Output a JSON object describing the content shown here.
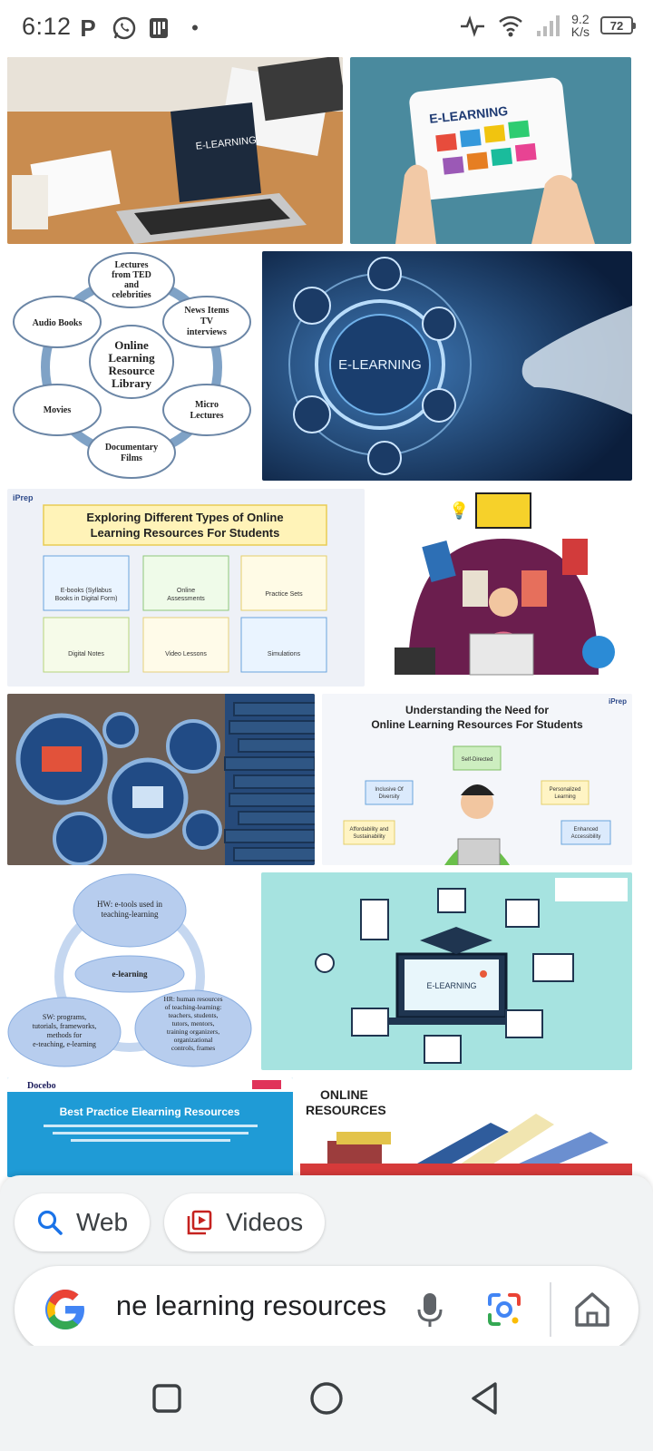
{
  "status_bar": {
    "time": "6:12",
    "network_speed_value": "9.2",
    "network_speed_unit": "K/s",
    "battery": "72"
  },
  "image_results": [
    {
      "name": "e-learning laptop on desk",
      "caption": "E-LEARNING"
    },
    {
      "name": "e-learning tablet in hands",
      "caption": "E-LEARNING"
    },
    {
      "name": "online learning resource library diagram",
      "center": "Online Learning Resource Library",
      "nodes": [
        "Lectures from TED and celebrities",
        "News Items TV interviews",
        "Micro Lectures",
        "Documentary Films",
        "Movies",
        "Audio Books"
      ]
    },
    {
      "name": "e-learning futuristic hand",
      "caption": "E-LEARNING"
    },
    {
      "name": "exploring types of online learning resources",
      "brand": "iPrep",
      "title_line1": "Exploring Different Types of Online",
      "title_line2": "Learning Resources For Students",
      "boxes": [
        "E-books (Syllabus Books in Digital Form)",
        "Online Assessments",
        "Practice Sets",
        "Digital Notes",
        "Video Lessons",
        "Simulations"
      ]
    },
    {
      "name": "online learning illustration purple"
    },
    {
      "name": "gears over bookshelf"
    },
    {
      "name": "understanding need for online learning",
      "brand": "iPrep",
      "title_line1": "Understanding the Need for",
      "title_line2": "Online Learning Resources For Students",
      "boxes": [
        "Self-Directed",
        "Inclusive Of Diversity",
        "Personalized Learning",
        "Affordability and Sustainability",
        "Enhanced Accessibility"
      ]
    },
    {
      "name": "e-tools venn diagram",
      "hw": "HW: e-tools used in teaching-learning",
      "center": "e-learning",
      "sw": "SW: programs, tutorials, frameworks, methods for e-teaching, e-learning",
      "hr": "HR: human resources of teaching-learning: teachers, students, tutors, mentors, training organizers, organizational controls, frames"
    },
    {
      "name": "e-learning icons teal",
      "caption": "E-LEARNING"
    },
    {
      "name": "best practice elearning resources",
      "logo": "Docebo",
      "title": "Best Practice Elearning Resources"
    },
    {
      "name": "online resources books",
      "title_line1": "ONLINE",
      "title_line2": "RESOURCES"
    }
  ],
  "chips": {
    "web": "Web",
    "videos": "Videos"
  },
  "search": {
    "query": "online learning resources"
  },
  "colors": {
    "google_blue": "#4285F4",
    "google_red": "#EA4335",
    "google_yellow": "#FBBC05",
    "google_green": "#34A853",
    "videos_icon": "#c5221f"
  }
}
